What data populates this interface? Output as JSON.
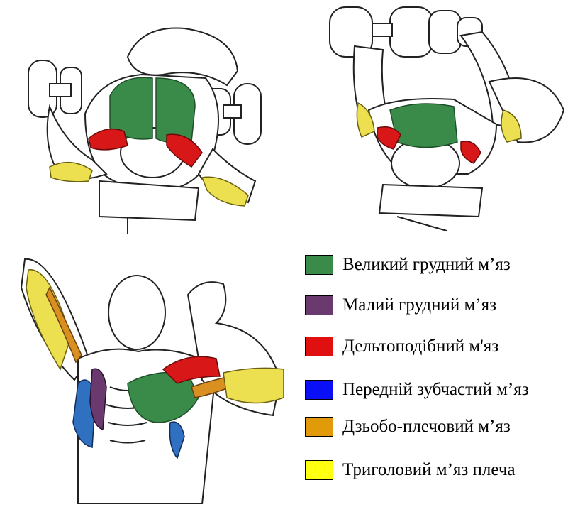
{
  "legend": {
    "items": [
      {
        "label": "Великий грудний м’яз",
        "color": "#3a8a4a"
      },
      {
        "label": "Малий грудний м’яз",
        "color": "#6a3a6e"
      },
      {
        "label": "Дельтоподібний м'яз",
        "color": "#e01010"
      },
      {
        "label": "Передній зубчастий м’яз",
        "color": "#0a10f5"
      },
      {
        "label": "Дзьобо-плечовий м’яз",
        "color": "#e09a0a"
      },
      {
        "label": "Триголовий м’яз плеча",
        "color": "#ffff10"
      }
    ]
  },
  "figures": [
    {
      "name": "incline-dumbbell-press"
    },
    {
      "name": "dumbbell-pullover"
    },
    {
      "name": "anatomy-front-view"
    }
  ]
}
